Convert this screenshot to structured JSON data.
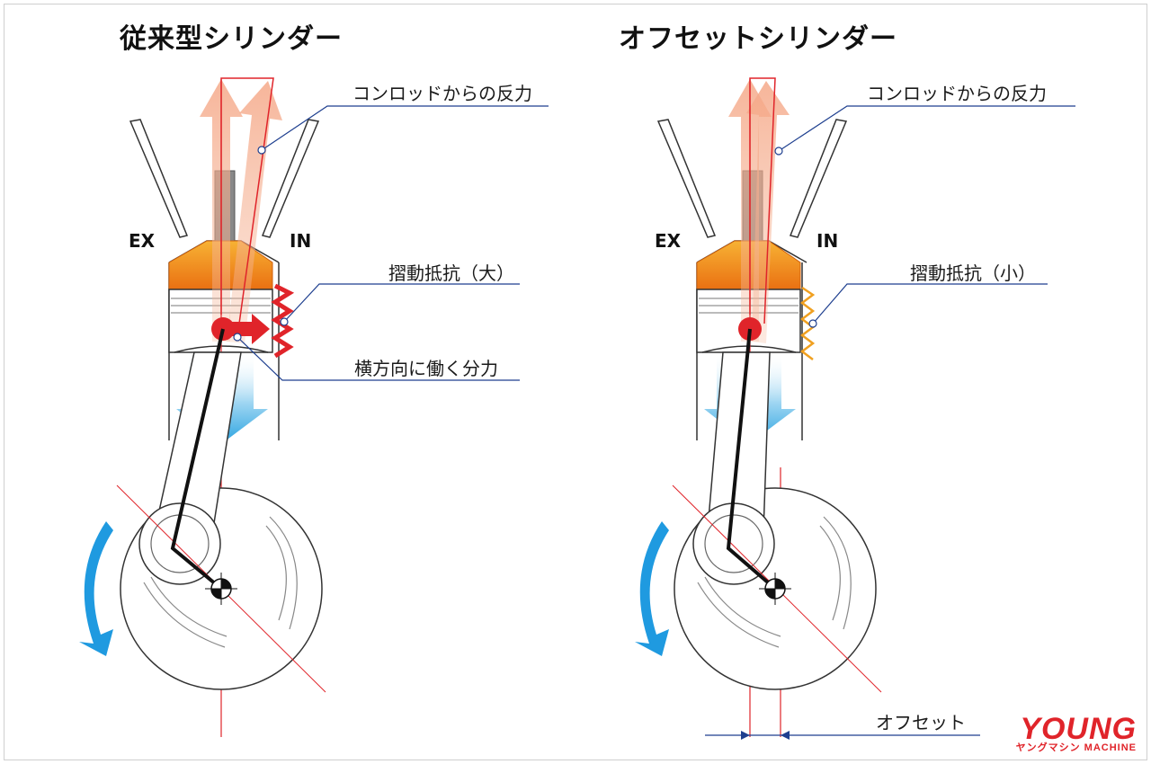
{
  "panels": {
    "left": {
      "title": "従来型シリンダー",
      "ex_label": "EX",
      "in_label": "IN",
      "callout_reaction": "コンロッドからの反力",
      "callout_friction": "摺動抵抗（大）",
      "callout_side_force": "横方向に働く分力"
    },
    "right": {
      "title": "オフセットシリンダー",
      "ex_label": "EX",
      "in_label": "IN",
      "callout_reaction": "コンロッドからの反力",
      "callout_friction": "摺動抵抗（小）",
      "callout_offset": "オフセット"
    }
  },
  "logo": {
    "main": "YOUNG",
    "sub": "ヤングマシン MACHINE"
  },
  "colors": {
    "accent_red": "#e0242a",
    "piston_orange": "#f08a1c",
    "reaction_arrow": "#f5b89a",
    "down_arrow_blue": "#2aa3e0",
    "rotation_arrow_blue": "#1f9ae0",
    "leader_line": "#1e3f8f",
    "friction_small": "#f0a020"
  }
}
